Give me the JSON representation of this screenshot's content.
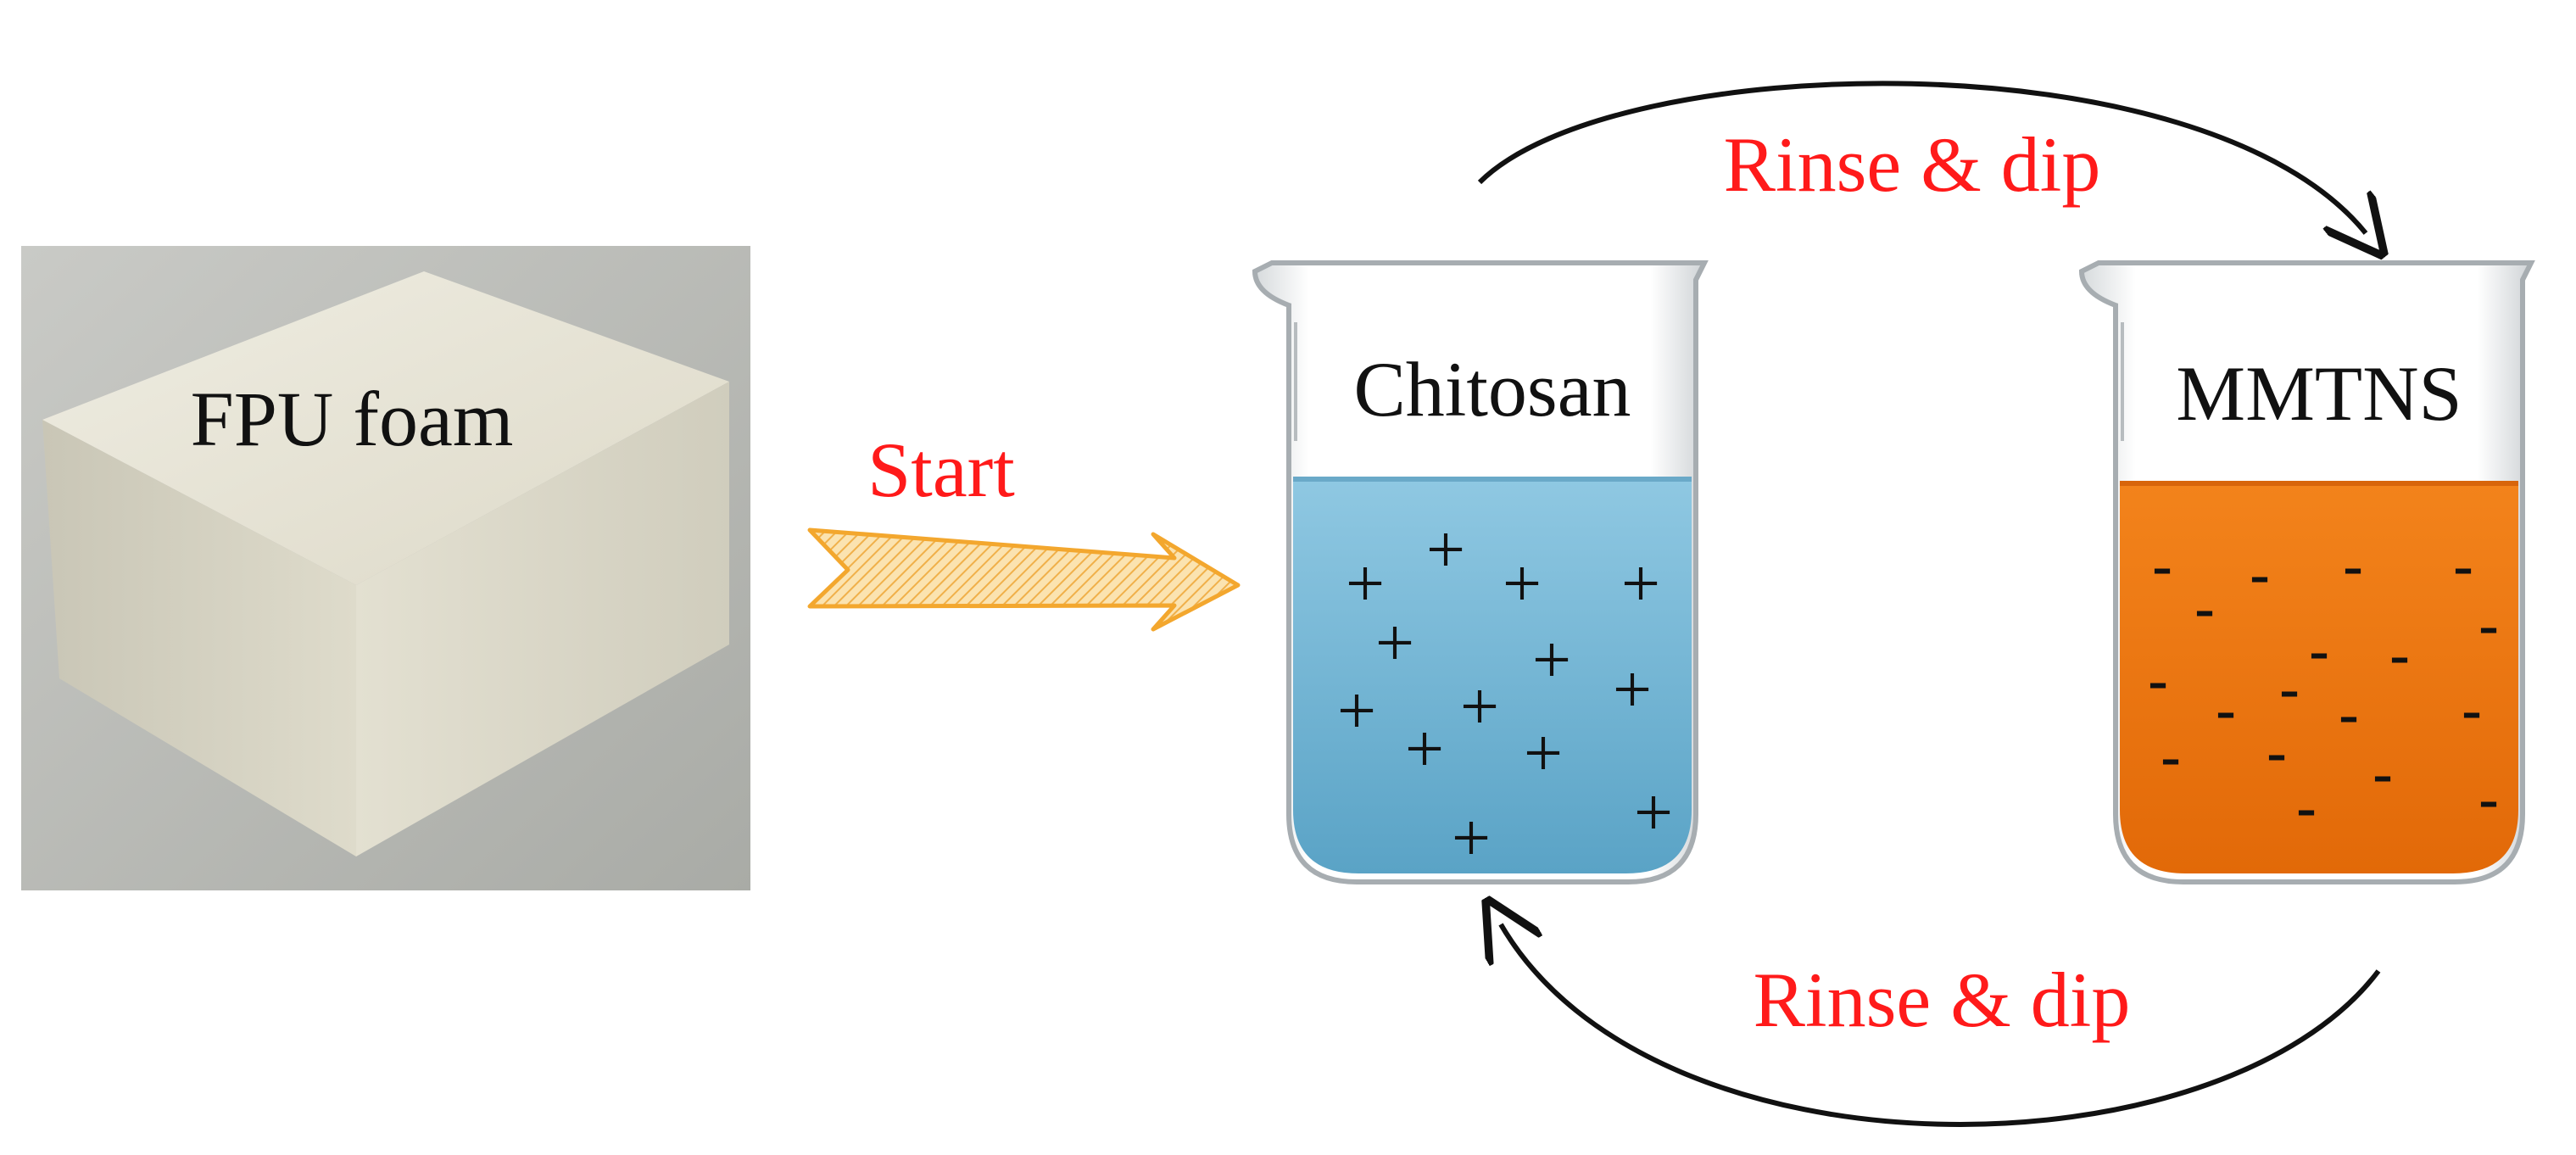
{
  "labels": {
    "foam": "FPU foam",
    "start": "Start",
    "rinse_top": "Rinse & dip",
    "rinse_bottom": "Rinse & dip",
    "beaker1": "Chitosan",
    "beaker2": "MMTNS"
  },
  "charges": {
    "beaker1_sign": "+",
    "beaker2_sign": "-"
  },
  "colors": {
    "label_red": "#ff1a1a",
    "text_black": "#111111",
    "foam_bg": "#b9bbb6",
    "foam_top": "#e9e7d9",
    "chitosan_liquid": "#7fc0dc",
    "mmtns_liquid": "#ef7a13",
    "start_arrow": "#f6b43c"
  }
}
